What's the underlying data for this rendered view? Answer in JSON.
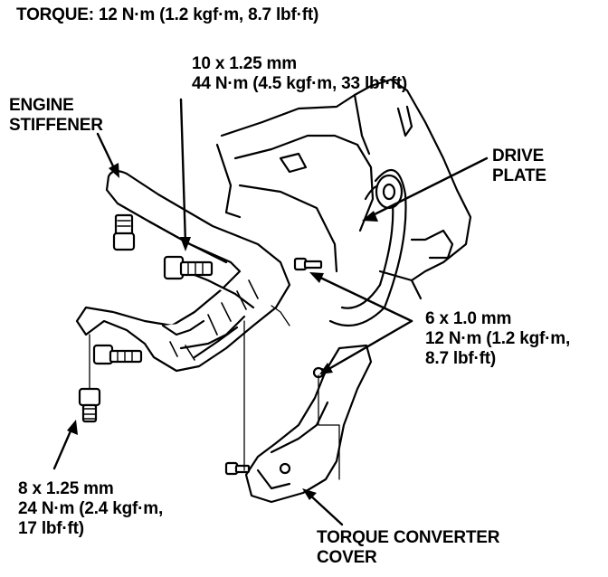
{
  "torque_header": "TORQUE: 12 N·m (1.2 kgf·m, 8.7 lbf·ft)",
  "callouts": {
    "bolt_10x125": {
      "size": "10 x 1.25 mm",
      "torque": "44 N·m (4.5 kgf·m, 33 lbf·ft)"
    },
    "engine_stiffener": {
      "line1": "ENGINE",
      "line2": "STIFFENER"
    },
    "drive_plate": {
      "line1": "DRIVE",
      "line2": "PLATE"
    },
    "bolt_6x10": {
      "size": "6 x 1.0 mm",
      "torque_line1": "12 N·m (1.2 kgf·m,",
      "torque_line2": "8.7 lbf·ft)"
    },
    "bolt_8x125": {
      "size": "8 x 1.25 mm",
      "torque_line1": "24 N·m (2.4 kgf·m,",
      "torque_line2": "17 lbf·ft)"
    },
    "torque_converter_cover": {
      "line1": "TORQUE CONVERTER",
      "line2": "COVER"
    }
  },
  "colors": {
    "ink": "#000000",
    "paper": "#ffffff"
  }
}
